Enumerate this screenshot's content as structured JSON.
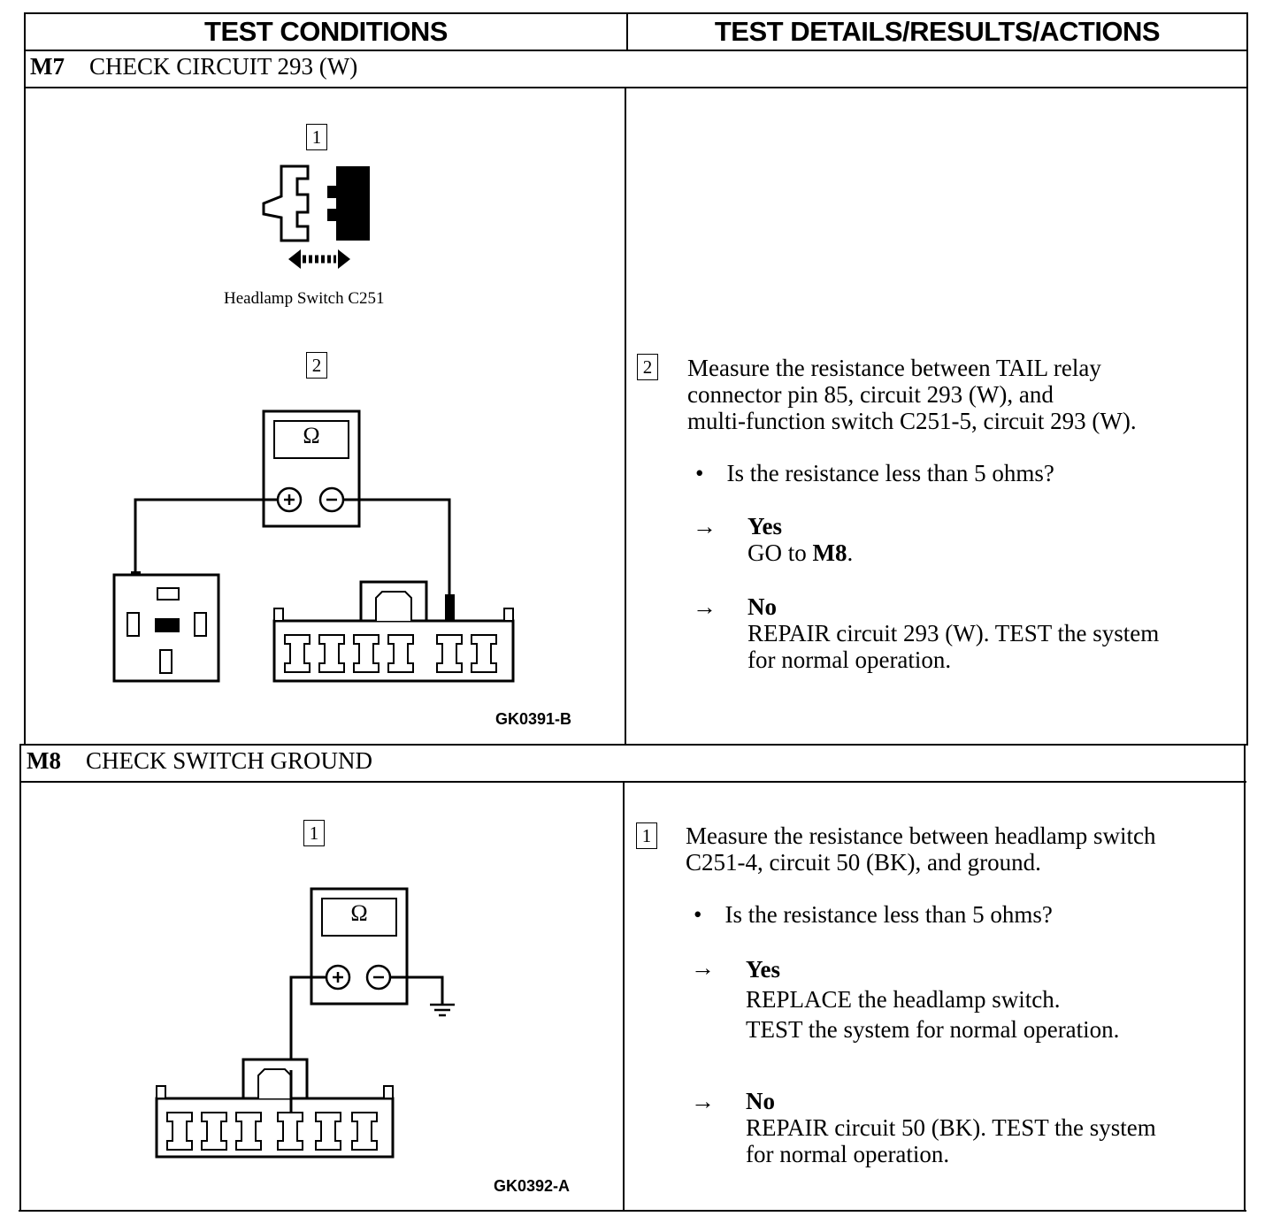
{
  "header": {
    "left": "TEST CONDITIONS",
    "right": "TEST DETAILS/RESULTS/ACTIONS"
  },
  "m7": {
    "code": "M7",
    "title": "CHECK CIRCUIT 293 (W)",
    "step1_num": "1",
    "step1_caption": "Headlamp Switch C251",
    "step2_num": "2",
    "meter_symbol": "Ω",
    "figure_id": "GK0391-B",
    "detail": {
      "step": "2",
      "lines": [
        "Measure the resistance between TAIL relay",
        "connector pin 85, circuit 293 (W), and",
        "multi-function switch C251-5, circuit 293 (W)."
      ],
      "question": "Is the resistance less than 5 ohms?",
      "yes_label": "Yes",
      "yes_action_prefix": "GO to ",
      "yes_action_target": "M8",
      "yes_action_suffix": ".",
      "no_label": "No",
      "no_lines": [
        "REPAIR circuit 293 (W). TEST the system",
        "for normal operation."
      ]
    }
  },
  "m8": {
    "code": "M8",
    "title": "CHECK SWITCH GROUND",
    "step1_num": "1",
    "meter_symbol": "Ω",
    "figure_id": "GK0392-A",
    "detail": {
      "step": "1",
      "lines": [
        "Measure the resistance between headlamp switch",
        "C251-4, circuit 50 (BK), and ground."
      ],
      "question": "Is the resistance less than 5 ohms?",
      "yes_label": "Yes",
      "yes_lines": [
        "REPLACE the headlamp switch.",
        "TEST the system for normal operation."
      ],
      "no_label": "No",
      "no_lines": [
        "REPAIR circuit 50 (BK). TEST the system",
        "for normal operation."
      ]
    }
  },
  "icons": [
    "ohmmeter-icon",
    "connector-icon",
    "ground-icon",
    "arrow-right-icon",
    "bullet-icon"
  ]
}
